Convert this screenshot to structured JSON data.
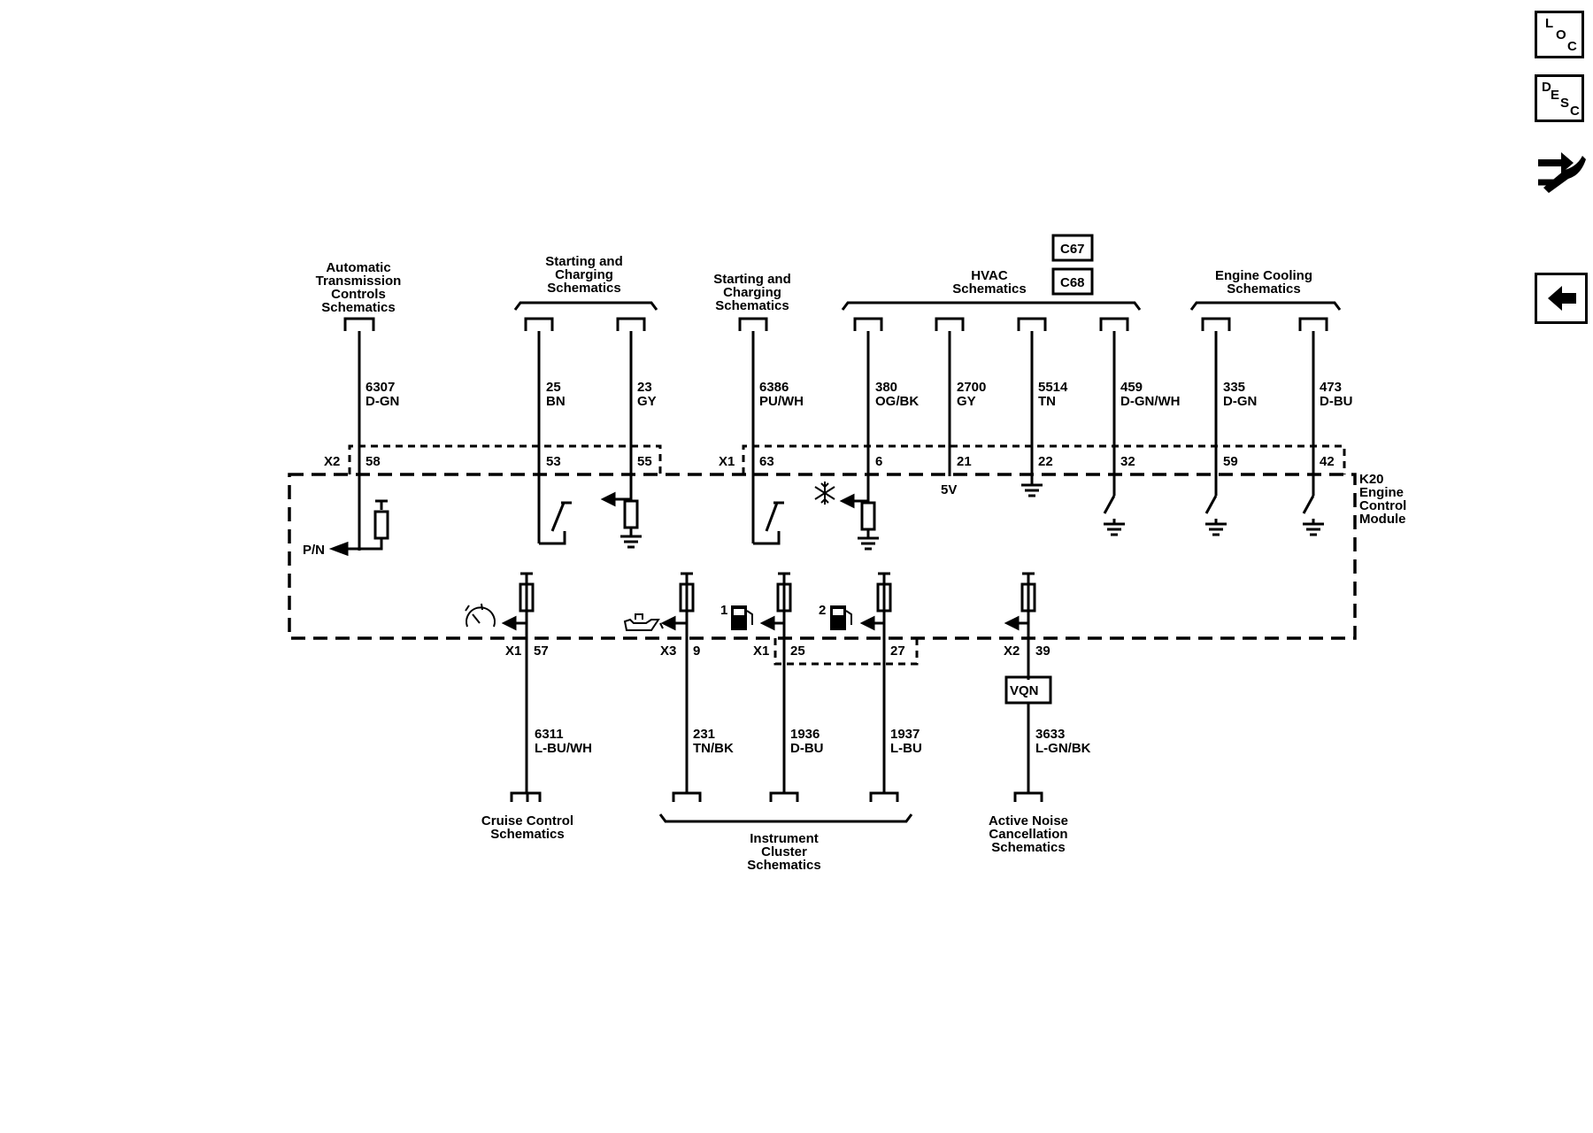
{
  "side_buttons": {
    "loc": [
      "L",
      "O",
      "C"
    ],
    "desc": [
      "D",
      "E",
      "S",
      "C"
    ],
    "back_icon": "left-arrow-icon",
    "repair_icon": "wrench-arrows-icon"
  },
  "module": {
    "ref": "K20",
    "name": [
      "Engine",
      "Control",
      "Module"
    ]
  },
  "option_codes": [
    "C67",
    "C68"
  ],
  "top_headers": [
    [
      "Automatic",
      "Transmission",
      "Controls",
      "Schematics"
    ],
    [
      "Starting and",
      "Charging",
      "Schematics"
    ],
    [
      "Starting and",
      "Charging",
      "Schematics"
    ],
    [
      "HVAC",
      "Schematics"
    ],
    [
      "Engine Cooling",
      "Schematics"
    ]
  ],
  "bottom_headers": [
    [
      "Cruise Control",
      "Schematics"
    ],
    [
      "Instrument",
      "Cluster",
      "Schematics"
    ],
    [
      "Active Noise",
      "Cancellation",
      "Schematics"
    ]
  ],
  "connectors_top": [
    "X2",
    "X1"
  ],
  "connectors_bottom": [
    "X1",
    "X3",
    "X1",
    "X2"
  ],
  "top_circuits": [
    {
      "circuit": "6307",
      "color": "D-GN",
      "pin": "58"
    },
    {
      "circuit": "25",
      "color": "BN",
      "pin": "53"
    },
    {
      "circuit": "23",
      "color": "GY",
      "pin": "55"
    },
    {
      "circuit": "6386",
      "color": "PU/WH",
      "pin": "63"
    },
    {
      "circuit": "380",
      "color": "OG/BK",
      "pin": "6"
    },
    {
      "circuit": "2700",
      "color": "GY",
      "pin": "21"
    },
    {
      "circuit": "5514",
      "color": "TN",
      "pin": "22"
    },
    {
      "circuit": "459",
      "color": "D-GN/WH",
      "pin": "32"
    },
    {
      "circuit": "335",
      "color": "D-GN",
      "pin": "59"
    },
    {
      "circuit": "473",
      "color": "D-BU",
      "pin": "42"
    }
  ],
  "bottom_circuits": [
    {
      "circuit": "6311",
      "color": "L-BU/WH",
      "pin": "57"
    },
    {
      "circuit": "231",
      "color": "TN/BK",
      "pin": "9"
    },
    {
      "circuit": "1936",
      "color": "D-BU",
      "pin": "25"
    },
    {
      "circuit": "1937",
      "color": "L-BU",
      "pin": "27"
    },
    {
      "circuit": "3633",
      "color": "L-GN/BK",
      "pin": "39"
    }
  ],
  "internal_labels": {
    "pn": "P/N",
    "five_v": "5V",
    "fuel1": "1",
    "fuel2": "2",
    "vqn": "VQN"
  },
  "icons": {
    "cruise": "speedometer-icon",
    "oil": "oil-can-icon",
    "fuel": "fuel-pump-icon",
    "ac": "snowflake-icon",
    "ground": "ground-icon"
  }
}
